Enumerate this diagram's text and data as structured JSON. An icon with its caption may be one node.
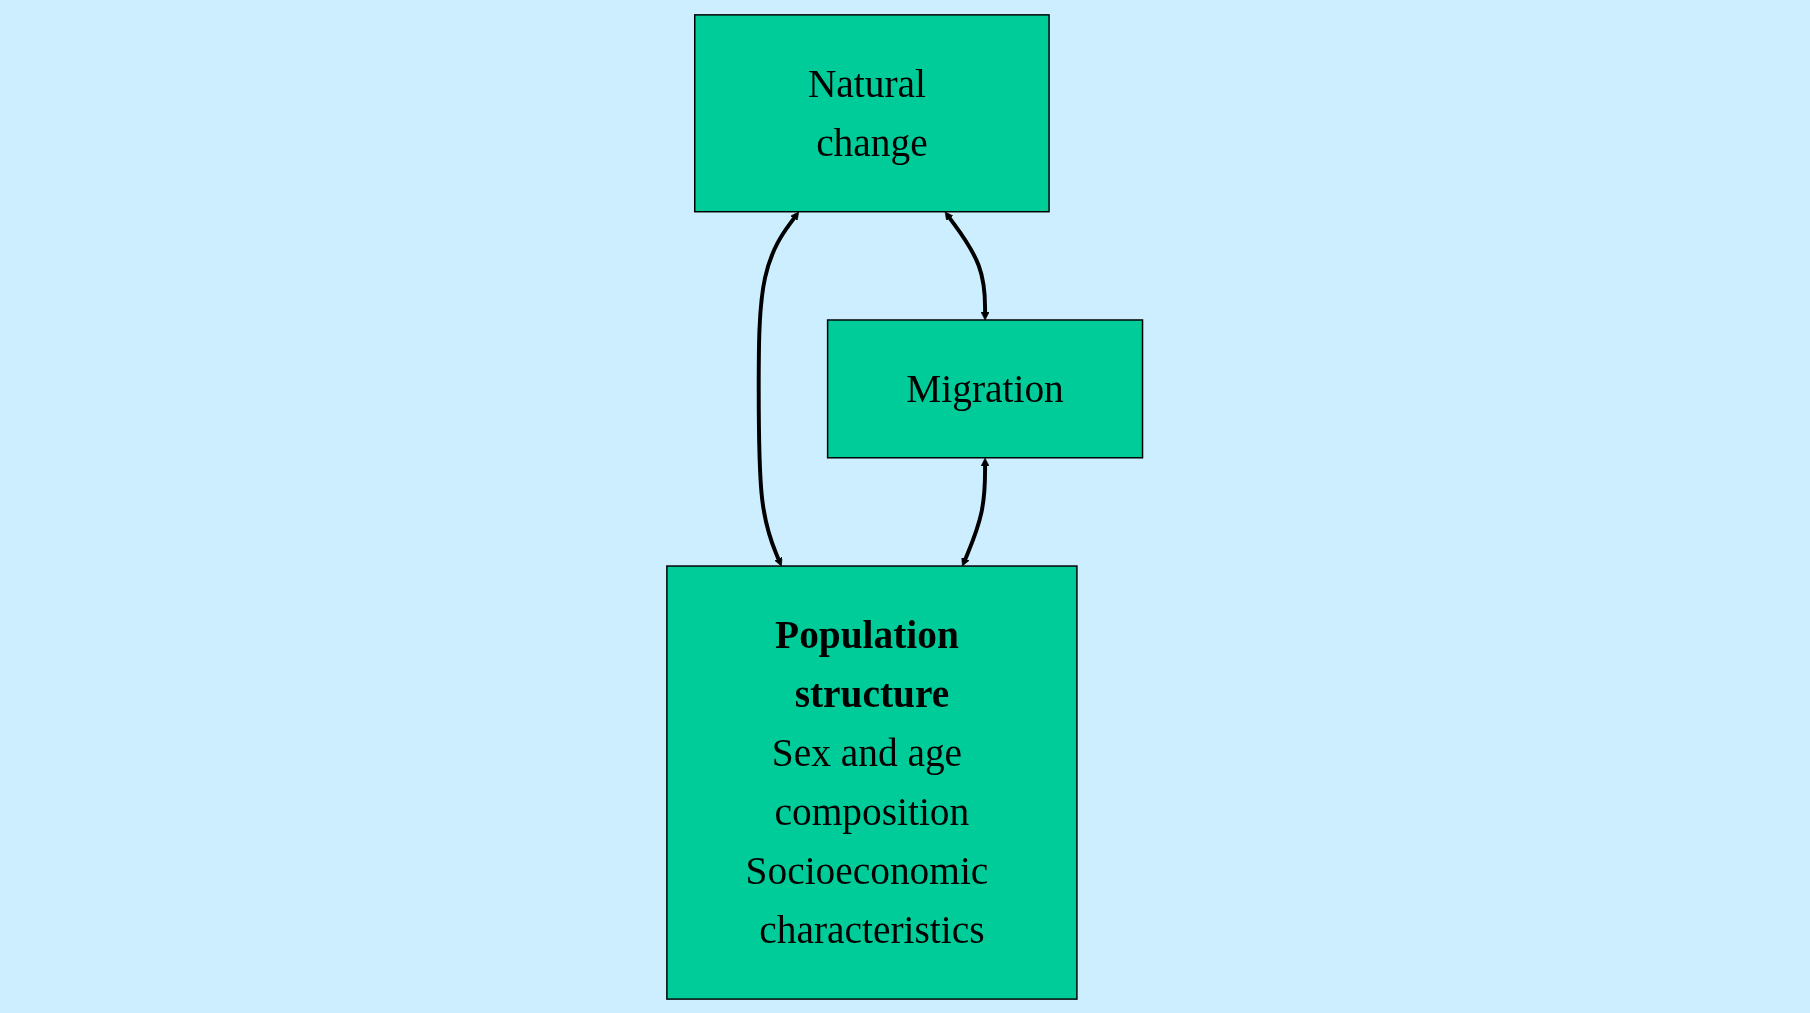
{
  "diagram": {
    "nodes": [
      {
        "text": [
          "Natural change"
        ]
      },
      {
        "text": [
          "Migration"
        ]
      },
      {
        "text": [
          "Population structure",
          "Sex and age composition",
          "Socioeconomic characteristics"
        ]
      }
    ],
    "edges": [
      {
        "from": 0,
        "to": 1,
        "arrow": "both"
      },
      {
        "from": 0,
        "to": 2,
        "arrow": "both"
      },
      {
        "from": 1,
        "to": 2,
        "arrow": "both"
      }
    ]
  }
}
